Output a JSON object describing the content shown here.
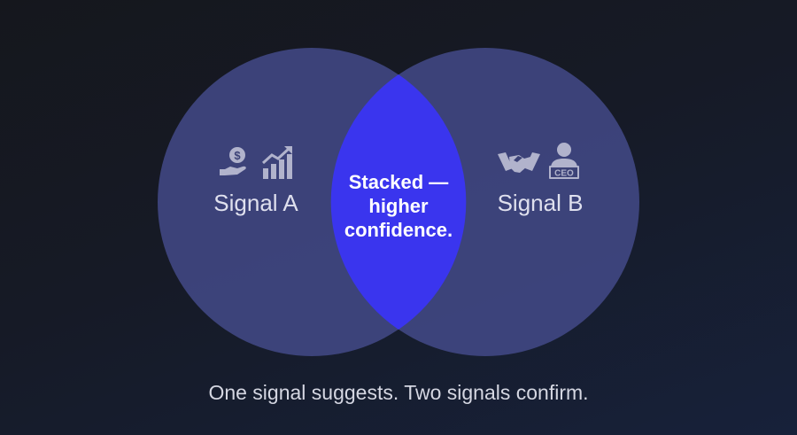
{
  "diagram": {
    "circle_a_label": "Signal A",
    "circle_b_label": "Signal B",
    "intersection_lines": [
      "Stacked —",
      "higher",
      "confidence."
    ],
    "icons_a": [
      "money-hand-icon",
      "growth-chart-icon"
    ],
    "icons_b": [
      "handshake-icon",
      "ceo-icon"
    ],
    "ceo_badge_text": "CEO"
  },
  "caption": "One signal suggests. Two signals confirm.",
  "colors": {
    "circle_fill": "#434a88",
    "intersection_fill": "#3a35ee",
    "icon_color": "#b1b3cc"
  }
}
